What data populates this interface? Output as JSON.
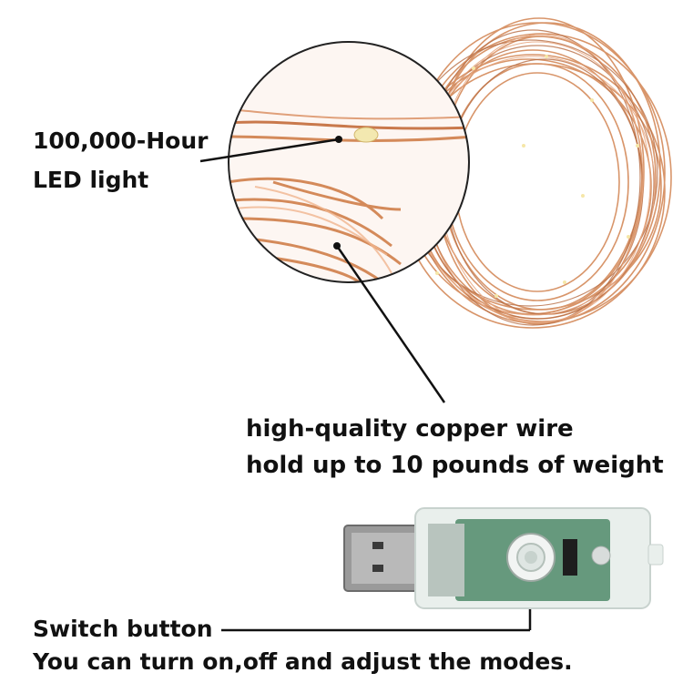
{
  "callouts": {
    "led": {
      "line1": "100,000-Hour",
      "line2": "LED light"
    },
    "wire": {
      "line1": "high-quality copper wire",
      "line2": "hold up to 10 pounds of weight"
    },
    "switch": {
      "line1": "Switch button",
      "line2": "You can turn on,off and adjust the modes."
    }
  },
  "colors": {
    "copper": "#d48a5a",
    "copper_dark": "#b86e44",
    "usb_metal": "#8a8a8a",
    "pcb_green": "#4f8a6a",
    "housing": "#e9efec"
  }
}
